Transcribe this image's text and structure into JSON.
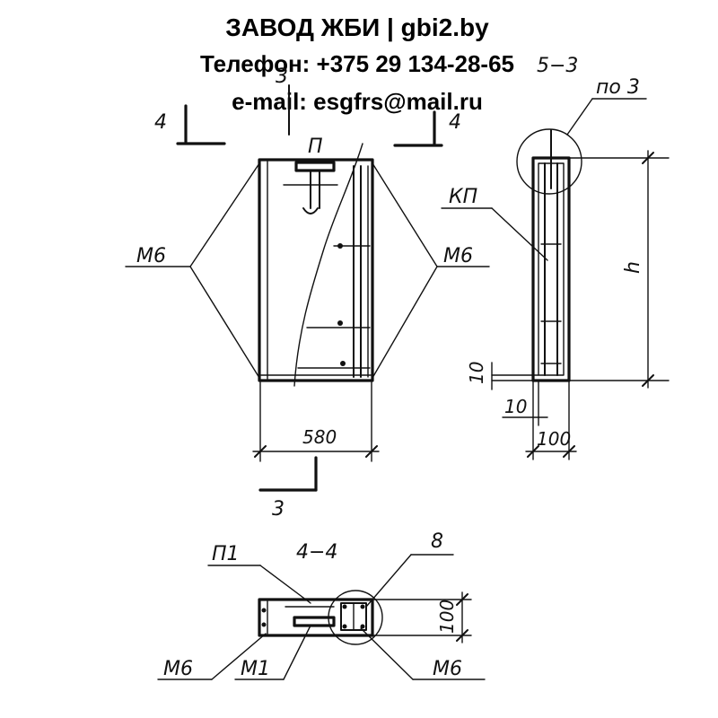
{
  "header": {
    "company": "ЗАВОД ЖБИ | gbi2.by",
    "phone": "Телефон: +375 29 134-28-65",
    "email": "e-mail: esgfrs@mail.ru"
  },
  "front_view": {
    "section_mark_top": "3",
    "section_mark_left": "4",
    "section_mark_right": "4",
    "section_mark_bottom": "3",
    "loop_label": "П",
    "left_callout": "М6",
    "right_callout": "М6",
    "width_dim": "580"
  },
  "side_view": {
    "section_title": "5−3",
    "detail_ref": "по 3",
    "cage_label": "КП",
    "height_dim": "h",
    "dim_bottom_edge": "10",
    "dim_side_edge": "10",
    "dim_thickness": "100"
  },
  "section_4_4": {
    "title": "4−4",
    "plate_label": "П1",
    "detail_number": "8",
    "dim_depth": "100",
    "callout_left": "М6",
    "callout_middle": "М1",
    "callout_right": "М6"
  }
}
